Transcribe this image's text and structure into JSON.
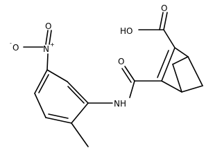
{
  "atom_labels": {
    "carboxyl_oh": "HO",
    "carboxyl_o": "O",
    "amide_o": "O",
    "amide_nh": "NH",
    "nitro_n": "N",
    "nitro_n_charge": "+",
    "nitro_o_top": "O",
    "nitro_o_minus": "O",
    "nitro_o_charge": "-"
  },
  "colors": {
    "ink": "#000000",
    "background": "#ffffff"
  }
}
